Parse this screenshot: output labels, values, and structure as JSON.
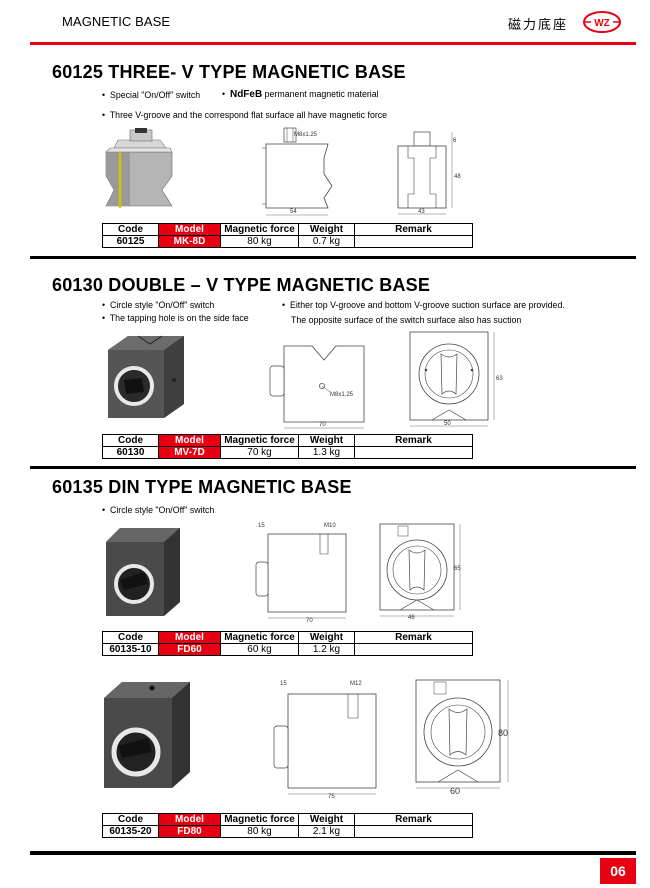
{
  "header": {
    "title": "MAGNETIC BASE",
    "chinese_title": "磁力底座",
    "logo_text": "WZ"
  },
  "table_headers": {
    "code": "Code",
    "model": "Model",
    "force": "Magnetic force",
    "weight": "Weight",
    "remark": "Remark"
  },
  "sections": [
    {
      "title": "60125  THREE- V TYPE MAGNETIC BASE",
      "bullet1": "Special \"On/Off\" switch",
      "bullet2_bold": "NdFeB",
      "bullet2_rest": " permanent magnetic material",
      "bullet3": "Three V-groove and the correspond flat surface all have magnetic force",
      "dims": {
        "thread": "M8x1.25",
        "width": "54",
        "side": "43",
        "height": "48",
        "top": "6"
      },
      "row": {
        "code": "60125",
        "model": "MK-8D",
        "force": "80  kg",
        "weight": "0.7  kg",
        "remark": ""
      }
    },
    {
      "title": "60130  DOUBLE – V TYPE MAGNETIC BASE",
      "bullet1": "Circle style \"On/Off\" switch",
      "bullet2": "The tapping hole is on the side face",
      "bullet3": "Either top V-groove and bottom V-groove suction surface are provided.",
      "bullet3b": "The opposite surface of the switch surface also has suction",
      "dims": {
        "thread": "M8x1.25",
        "width": "70",
        "side": "50",
        "height": "63"
      },
      "row": {
        "code": "60130",
        "model": "MV-7D",
        "force": "70  kg",
        "weight": "1.3  kg",
        "remark": ""
      }
    },
    {
      "title": "60135  DIN TYPE MAGNETIC BASE",
      "bullet1": "Circle style \"On/Off\" switch",
      "dims": {
        "left": "15",
        "thread": "M10",
        "width": "70",
        "side": "46",
        "height": "65"
      },
      "row": {
        "code": "60135-10",
        "model": "FD60",
        "force": "60  kg",
        "weight": "1.2  kg",
        "remark": ""
      }
    },
    {
      "dims": {
        "left": "15",
        "thread": "M12",
        "width": "75",
        "side": "60",
        "height": "80"
      },
      "row": {
        "code": "60135-20",
        "model": "FD80",
        "force": "80  kg",
        "weight": "2.1  kg",
        "remark": ""
      }
    }
  ],
  "page_number": "06",
  "colors": {
    "accent": "#e60012",
    "text": "#000000"
  }
}
